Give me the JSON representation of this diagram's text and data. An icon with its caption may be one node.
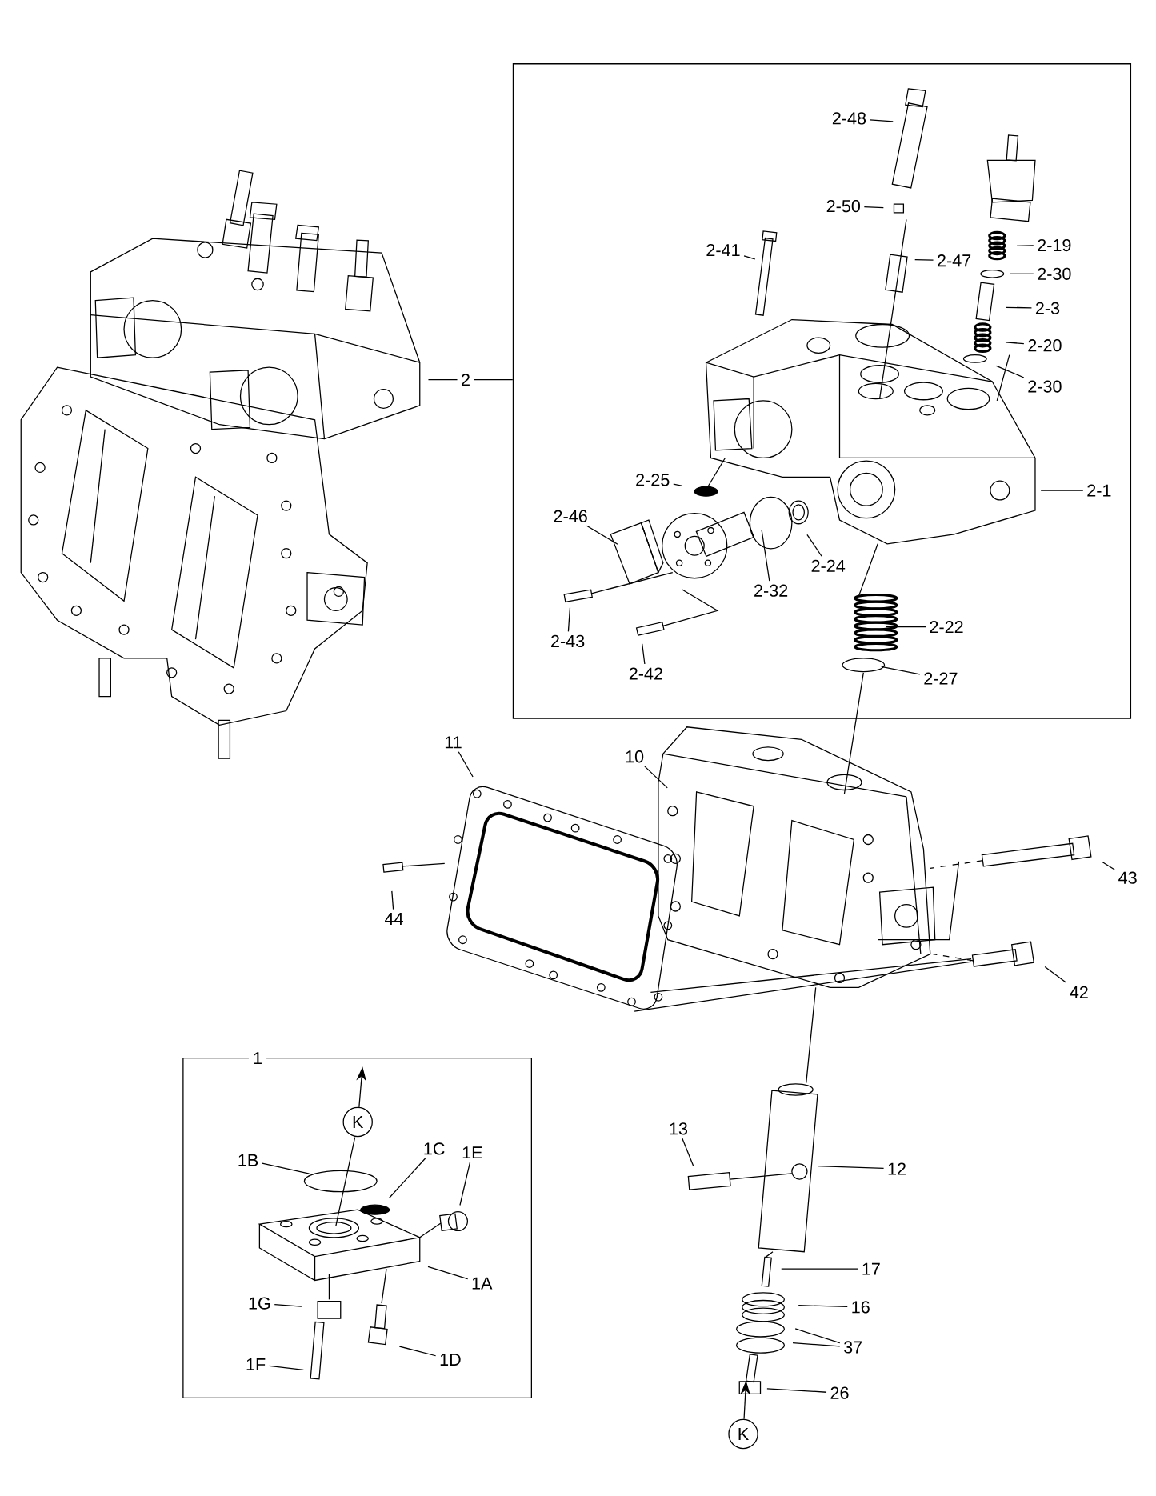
{
  "diagram": {
    "nodes": [
      {
        "text": [],
        "shape": "box"
      },
      {
        "text": [
          "2-48"
        ],
        "in": 0
      },
      {
        "text": [
          "2-50"
        ],
        "in": 0
      },
      {
        "text": [
          "2-41"
        ],
        "in": 0
      },
      {
        "text": [
          "2-19"
        ],
        "in": 0
      },
      {
        "text": [
          "2-47"
        ],
        "in": 0
      },
      {
        "text": [
          "2-30"
        ],
        "in": 0
      },
      {
        "text": [
          "2-3"
        ],
        "in": 0
      },
      {
        "text": [
          "2-20"
        ],
        "in": 0
      },
      {
        "text": [
          "2"
        ]
      },
      {
        "text": [
          "2-30"
        ],
        "in": 0
      },
      {
        "text": [
          "2-25"
        ],
        "in": 0
      },
      {
        "text": [
          "2-1"
        ],
        "in": 0
      },
      {
        "text": [
          "2-46"
        ],
        "in": 0
      },
      {
        "text": [
          "2-24"
        ],
        "in": 0
      },
      {
        "text": [
          "2-32"
        ],
        "in": 0
      },
      {
        "text": [
          "2-22"
        ],
        "in": 0
      },
      {
        "text": [
          "2-43"
        ],
        "in": 0
      },
      {
        "text": [
          "2-42"
        ],
        "in": 0
      },
      {
        "text": [
          "2-27"
        ],
        "in": 0
      },
      {
        "text": [
          "11"
        ]
      },
      {
        "text": [
          "10"
        ]
      },
      {
        "text": [
          "43"
        ]
      },
      {
        "text": [
          "44"
        ]
      },
      {
        "text": [
          "42"
        ]
      },
      {
        "text": [
          "1"
        ]
      },
      {
        "text": [
          "K"
        ],
        "in": 25
      },
      {
        "text": [
          "13"
        ]
      },
      {
        "text": [
          "1B"
        ],
        "in": 25
      },
      {
        "text": [
          "1C"
        ],
        "in": 25
      },
      {
        "text": [
          "1E"
        ],
        "in": 25
      },
      {
        "text": [
          "12"
        ]
      },
      {
        "text": [
          "17"
        ]
      },
      {
        "text": [
          "1A"
        ],
        "in": 25
      },
      {
        "text": [
          "1G"
        ],
        "in": 25
      },
      {
        "text": [
          "16"
        ]
      },
      {
        "text": [
          "37"
        ]
      },
      {
        "text": [
          "1D"
        ],
        "in": 25
      },
      {
        "text": [
          "1F"
        ],
        "in": 25
      },
      {
        "text": [
          "26"
        ]
      },
      {
        "text": [
          "K"
        ]
      }
    ],
    "edges": [
      {
        "from": 1,
        "to": null,
        "arrow": "none"
      },
      {
        "from": 2,
        "to": null,
        "arrow": "none"
      },
      {
        "from": 3,
        "to": null,
        "arrow": "none"
      },
      {
        "from": 4,
        "to": null,
        "arrow": "none"
      },
      {
        "from": 5,
        "to": null,
        "arrow": "none"
      },
      {
        "from": 6,
        "to": null,
        "arrow": "none"
      },
      {
        "from": 7,
        "to": null,
        "arrow": "none"
      },
      {
        "from": 8,
        "to": null,
        "arrow": "none"
      },
      {
        "from": 9,
        "to": null,
        "arrow": "none"
      },
      {
        "from": 9,
        "to": 0,
        "arrow": "none"
      },
      {
        "from": 10,
        "to": null,
        "arrow": "none"
      },
      {
        "from": 11,
        "to": null,
        "arrow": "none"
      },
      {
        "from": 12,
        "to": null,
        "arrow": "none"
      },
      {
        "from": 13,
        "to": null,
        "arrow": "none"
      },
      {
        "from": 14,
        "to": null,
        "arrow": "none"
      },
      {
        "from": 15,
        "to": null,
        "arrow": "none"
      },
      {
        "from": 16,
        "to": null,
        "arrow": "none"
      },
      {
        "from": 17,
        "to": null,
        "arrow": "none"
      },
      {
        "from": 18,
        "to": null,
        "arrow": "none"
      },
      {
        "from": 19,
        "to": null,
        "arrow": "none"
      },
      {
        "from": 20,
        "to": null,
        "arrow": "none"
      },
      {
        "from": 21,
        "to": null,
        "arrow": "none"
      },
      {
        "from": 22,
        "to": null,
        "arrow": "none"
      },
      {
        "from": 23,
        "to": null,
        "arrow": "none"
      },
      {
        "from": 24,
        "to": null,
        "arrow": "none"
      },
      {
        "from": 26,
        "to": null,
        "arrow": "to"
      },
      {
        "from": 27,
        "to": null,
        "arrow": "none"
      },
      {
        "from": 28,
        "to": null,
        "arrow": "none"
      },
      {
        "from": 29,
        "to": null,
        "arrow": "none"
      },
      {
        "from": 30,
        "to": null,
        "arrow": "none"
      },
      {
        "from": 31,
        "to": null,
        "arrow": "none"
      },
      {
        "from": 32,
        "to": null,
        "arrow": "none"
      },
      {
        "from": 33,
        "to": null,
        "arrow": "none"
      },
      {
        "from": 34,
        "to": null,
        "arrow": "none"
      },
      {
        "from": 35,
        "to": null,
        "arrow": "none"
      },
      {
        "from": 36,
        "to": null,
        "arrow": "none"
      },
      {
        "from": 36,
        "to": null,
        "arrow": "none"
      },
      {
        "from": 37,
        "to": null,
        "arrow": "none"
      },
      {
        "from": 38,
        "to": null,
        "arrow": "none"
      },
      {
        "from": 39,
        "to": null,
        "arrow": "none"
      },
      {
        "from": 40,
        "to": null,
        "arrow": "to"
      }
    ]
  }
}
